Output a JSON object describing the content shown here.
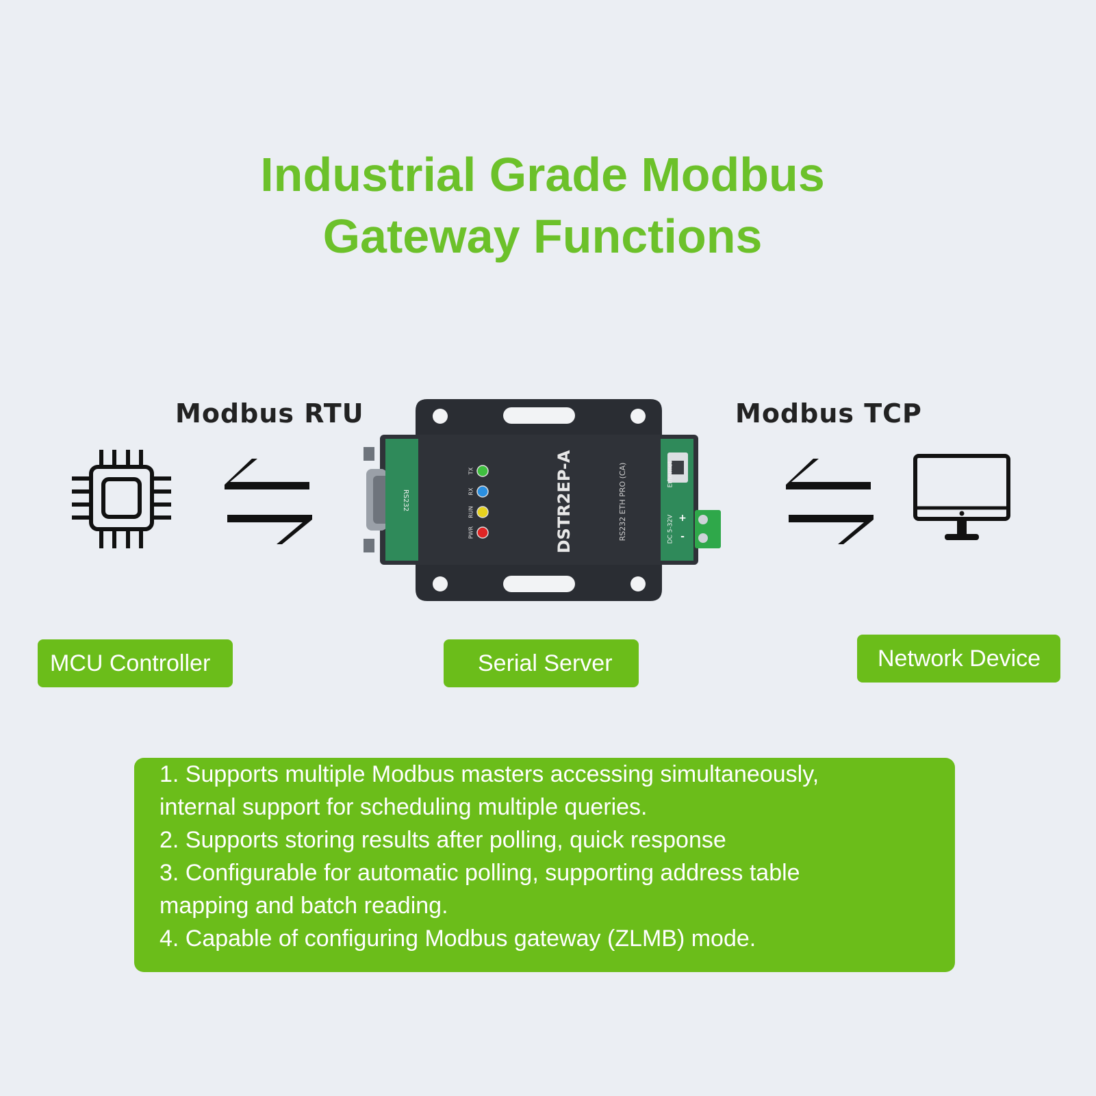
{
  "title": {
    "line1": "Industrial Grade Modbus",
    "line2": "Gateway Functions"
  },
  "protocols": {
    "left": "Modbus RTU",
    "right": "Modbus TCP"
  },
  "device": {
    "model": "DSTR2EP-A",
    "sublabel": "RS232 ETH PRO (CA)",
    "port_left": "RS232",
    "port_right": "Ethernet",
    "power": "DC 5-32V",
    "leds": [
      "TX",
      "RX",
      "RUN",
      "PWR"
    ],
    "led_colors": [
      "#3fbf3f",
      "#2b8fe0",
      "#e6d21f",
      "#e02626"
    ]
  },
  "labels": {
    "mcu": "MCU Controller",
    "server": "Serial Server",
    "network": "Network Device"
  },
  "features": [
    "1. Supports multiple Modbus masters accessing simultaneously,",
    "internal support for scheduling multiple queries.",
    "2. Supports storing results after polling, quick response",
    "3. Configurable for automatic polling, supporting address table",
    "mapping and batch reading.",
    "4. Capable of configuring Modbus gateway (ZLMB) mode."
  ],
  "colors": {
    "accent": "#6cc12a",
    "panel": "#6bbd1a",
    "background": "#ebeef3"
  }
}
